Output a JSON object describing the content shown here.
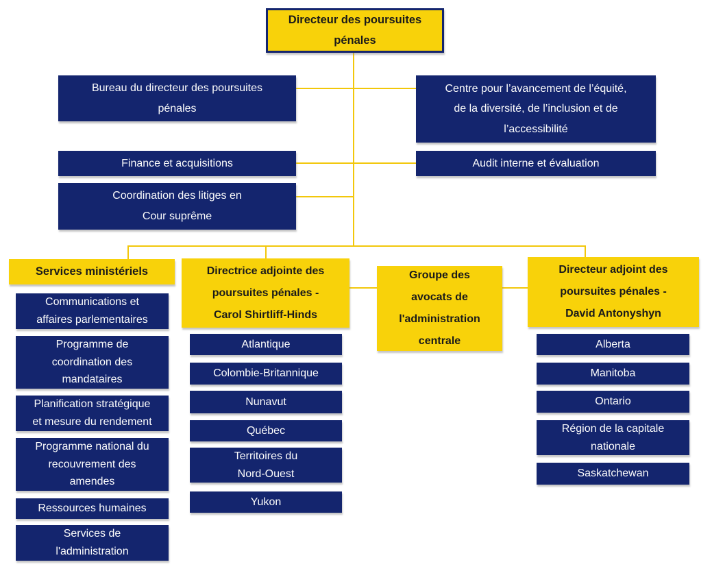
{
  "org": {
    "root_label": "Directeur des poursuites\npénales",
    "staff": {
      "bureau": "Bureau du directeur des poursuites\npénales",
      "centre": "Centre pour l’avancement de l’équité,\nde la diversité, de l’inclusion et de\nl’accessibilité",
      "finance": "Finance et acquisitions",
      "audit": "Audit interne et évaluation",
      "coordination": "Coordination des litiges en\nCour suprême"
    },
    "branches": {
      "services": {
        "head": "Services ministériels",
        "children": [
          "Communications et\naffaires parlementaires",
          "Programme de\ncoordination des\nmandataires",
          "Planification stratégique\net mesure du rendement",
          "Programme national du\nrecouvrement des\namendes",
          "Ressources humaines",
          "Services de\nl'administration"
        ]
      },
      "directrice": {
        "head": "Directrice adjointe des\npoursuites pénales -\nCarol Shirtliff-Hinds",
        "children": [
          "Atlantique",
          "Colombie-Britannique",
          "Nunavut",
          "Québec",
          "Territoires du\nNord-Ouest",
          "Yukon"
        ]
      },
      "groupe": {
        "head": "Groupe des\navocats de\nl'administration\ncentrale",
        "children": []
      },
      "directeur": {
        "head": "Directeur adjoint des\npoursuites pénales -\nDavid Antonyshyn",
        "children": [
          "Alberta",
          "Manitoba",
          "Ontario",
          "Région de la capitale\nnationale",
          "Saskatchewan"
        ]
      }
    },
    "colors": {
      "box_navy": "#14256E",
      "box_yellow": "#F8D20A",
      "connector_gold": "#F2C70B",
      "text_on_navy": "#FCFCFC",
      "text_on_yellow": "#1A1A1A"
    }
  }
}
